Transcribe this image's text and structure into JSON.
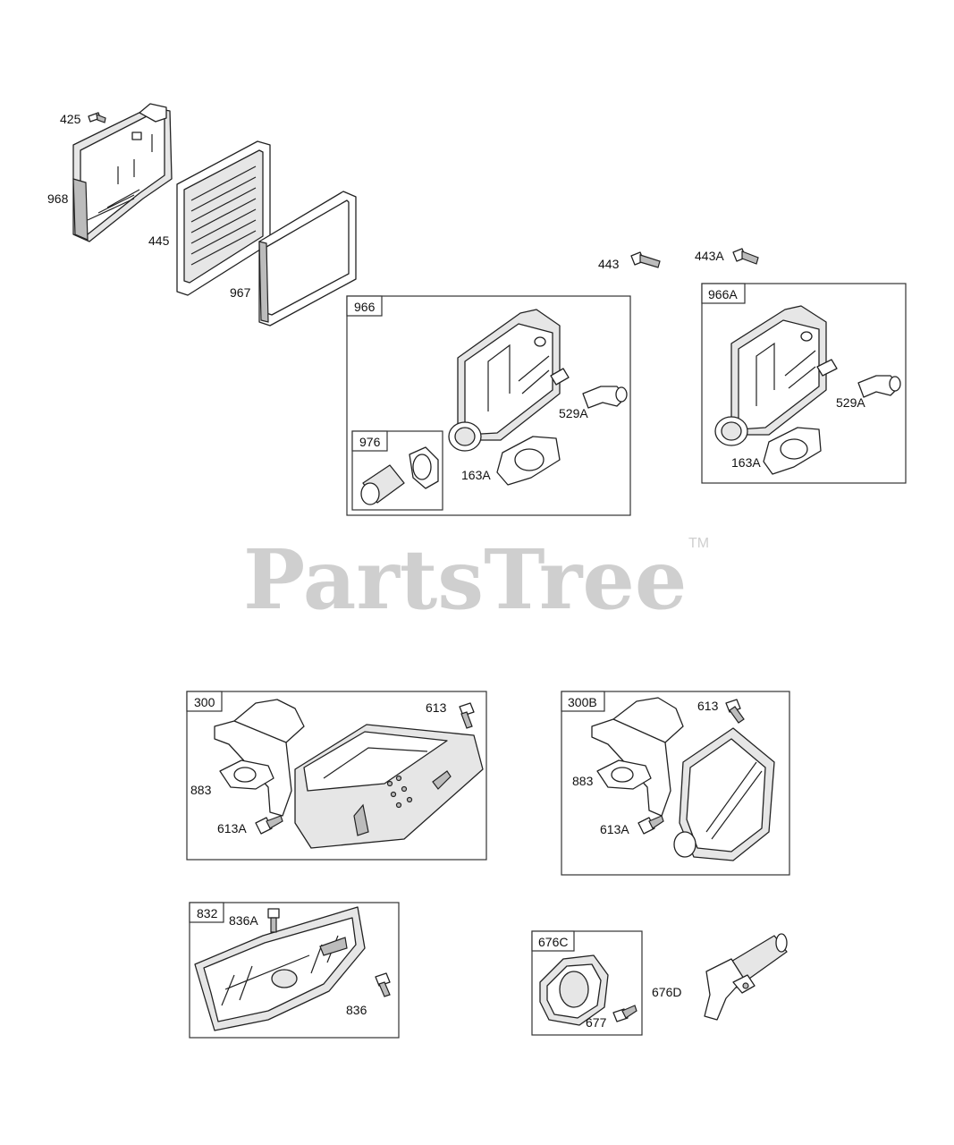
{
  "watermark": {
    "text": "PartsTree",
    "trademark": "TM",
    "color": "#cfcfcf"
  },
  "parts": {
    "p425": "425",
    "p968": "968",
    "p445": "445",
    "p967": "967",
    "p443": "443",
    "p443A": "443A",
    "p529A": "529A",
    "p163A": "163A",
    "p529A_b": "529A",
    "p163A_b": "163A",
    "p613": "613",
    "p883": "883",
    "p613A": "613A",
    "p613_b": "613",
    "p883_b": "883",
    "p613A_b": "613A",
    "p836A": "836A",
    "p836": "836",
    "p677": "677",
    "p676D": "676D"
  },
  "boxes": {
    "b966": "966",
    "b976": "976",
    "b966A": "966A",
    "b300": "300",
    "b300B": "300B",
    "b832": "832",
    "b676C": "676C"
  }
}
